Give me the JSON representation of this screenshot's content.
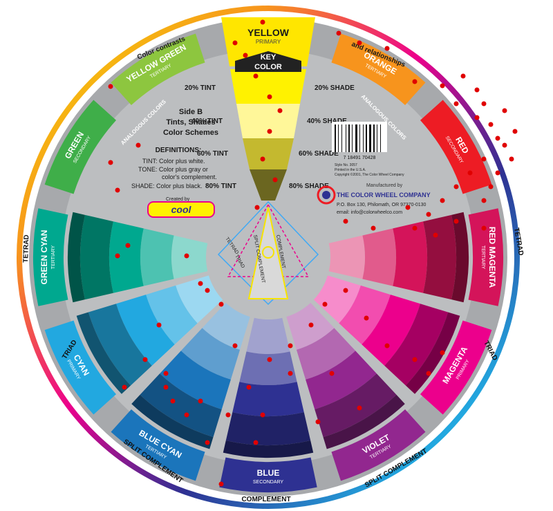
{
  "title_left": "Color contrasts",
  "title_right": "and relationships",
  "key_color": {
    "name": "YELLOW",
    "sub": "PRIMARY",
    "badge_top": "KEY",
    "badge_bottom": "COLOR"
  },
  "tint_labels": [
    "20% TINT",
    "40% TINT",
    "60% TINT",
    "80% TINT"
  ],
  "shade_labels": [
    "20% SHADE",
    "40% SHADE",
    "60% SHADE",
    "80% SHADE"
  ],
  "analogous_label": "ANALOGOUS COLORS",
  "side_b": {
    "line1": "Side B",
    "line2": "Tints, Shades",
    "line3": "Color Schemes"
  },
  "definitions": {
    "heading": "DEFINITIONS:",
    "tint": "TINT:  Color plus white.",
    "tone1": "TONE:  Color plus gray or",
    "tone2": "color's complement.",
    "shade": "SHADE: Color plus black."
  },
  "created_by": "Created by",
  "logo_text": "cool",
  "company": {
    "manufactured": "Manufactured by",
    "name": "THE COLOR WHEEL COMPANY",
    "address": "P.O. Box 130, Philomath, OR 97370-0130",
    "email": "email: info@colorwheelco.com"
  },
  "barcode_digits": "7 18491 70428",
  "barcode_lines": [
    "Style No. 3057",
    "Printed in the U.S.A.",
    "Copyright ©2001, The Color Wheel Company"
  ],
  "segments": [
    {
      "name": "YELLOW GREEN",
      "sub": "TERTIARY",
      "color": "#8dc63f"
    },
    {
      "name": "GREEN",
      "sub": "SECONDARY",
      "color": "#3fae49"
    },
    {
      "name": "GREEN CYAN",
      "sub": "TERTIARY",
      "color": "#00a88f"
    },
    {
      "name": "CYAN",
      "sub": "PRIMARY",
      "color": "#22a8e0"
    },
    {
      "name": "BLUE CYAN",
      "sub": "TERTIARY",
      "color": "#1b75bb"
    },
    {
      "name": "BLUE",
      "sub": "SECONDARY",
      "color": "#2e3192"
    },
    {
      "name": "VIOLET",
      "sub": "TERTIARY",
      "color": "#92278f"
    },
    {
      "name": "MAGENTA",
      "sub": "PRIMARY",
      "color": "#ec008c"
    },
    {
      "name": "RED MAGENTA",
      "sub": "TERTIARY",
      "color": "#d4145a"
    },
    {
      "name": "RED",
      "sub": "SECONDARY",
      "color": "#ed1c24"
    },
    {
      "name": "ORANGE",
      "sub": "TERTIARY",
      "color": "#f7941d"
    }
  ],
  "ring_labels": {
    "tetrad_left": "TETRAD",
    "tetrad_right": "TETRAD",
    "triad_left": "TRIAD",
    "triad_right": "TRIAD",
    "split_left": "SPLIT COMPLEMENT",
    "split_right": "SPLIT COMPLEMENT",
    "complement": "COMPLEMENT"
  },
  "center_labels": {
    "tetrad": "TETRAD",
    "triad": "TRIAD",
    "split": "SPLIT COMPLEMENT",
    "complement": "COMPLEMENT"
  },
  "marker_color": "#e00000"
}
